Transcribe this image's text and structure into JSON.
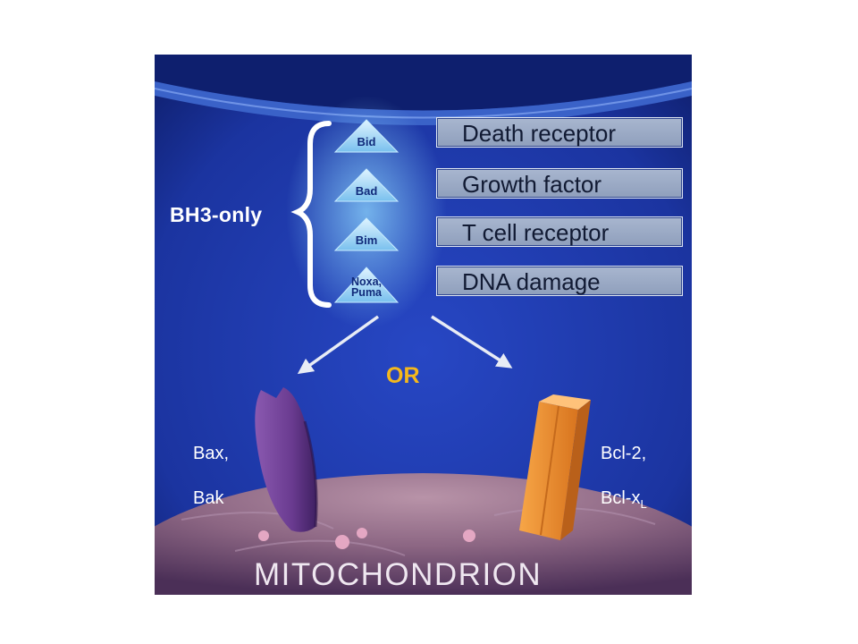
{
  "figure": {
    "group_label": "BH3-only",
    "bh3_proteins": [
      {
        "label": "Bid"
      },
      {
        "label": "Bad"
      },
      {
        "label": "Bim"
      },
      {
        "label": "Noxa, Puma"
      }
    ],
    "pathways": [
      {
        "label": "Death receptor"
      },
      {
        "label": "Growth factor"
      },
      {
        "label": "T cell receptor"
      },
      {
        "label": "DNA damage"
      }
    ],
    "or_label": "OR",
    "left_protein": {
      "line1": "Bax,",
      "line2": "Bak"
    },
    "right_protein": {
      "line1": "Bcl-2,",
      "line2_main": "Bcl-x",
      "line2_sub": "L"
    },
    "organelle_label": "MITOCHONDRION"
  },
  "colors": {
    "cytoplasm": "#1d3aa8",
    "membrane": "#3a62c8",
    "bh3_triangle": "#8ccdf2",
    "pathway_box": "#9aa9c4",
    "or_text": "#f5b81c",
    "bax_bak": "#6b3c8f",
    "bcl2": "#f0952f",
    "mitochondrion": "#8f6a86"
  }
}
